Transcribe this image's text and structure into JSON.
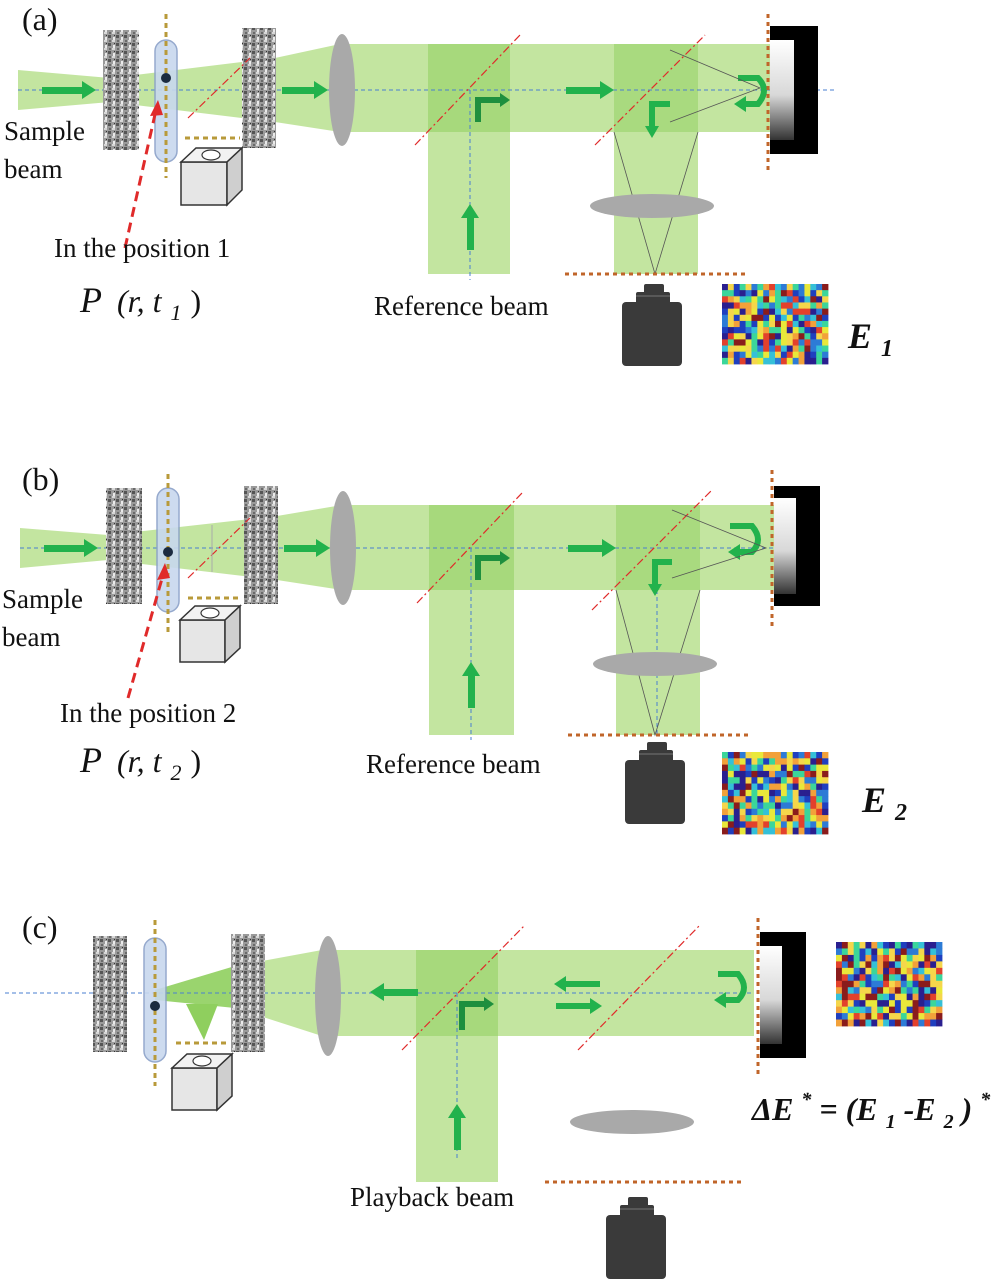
{
  "colors": {
    "beam": "#b9e08f",
    "beam_dark": "#8fcf5e",
    "arrow": "#22b24c",
    "arrow_dark": "#1e8f3e",
    "dashed_orange": "#c0652a",
    "dashed_gold": "#b89a3a",
    "red_dash": "#e02a2a",
    "axis_blue": "#4a7fd0",
    "lens": "#a9a9a9",
    "camera": "#3a3a3a"
  },
  "icons": {
    "diffuser": "speckle-diffuser-icon",
    "cuvette": "sample-cuvette-icon",
    "camera": "camera-icon",
    "mirror": "phase-conjugate-mirror-icon",
    "hologram": "speckle-hologram-icon"
  },
  "panels": [
    {
      "id": "a",
      "panel_label": "(a)",
      "sample_label_line1": "Sample",
      "sample_label_line2": "beam",
      "position_label": "In the position 1",
      "p_label": "P",
      "p_args": "(r, t",
      "p_sub": "1",
      "p_close": ")",
      "beam_label": "Reference beam",
      "field_label": "E",
      "field_sub": "1"
    },
    {
      "id": "b",
      "panel_label": "(b)",
      "sample_label_line1": "Sample",
      "sample_label_line2": "beam",
      "position_label": "In the position 2",
      "p_label": "P",
      "p_args": "(r, t",
      "p_sub": "2",
      "p_close": ")",
      "beam_label": "Reference beam",
      "field_label": "E",
      "field_sub": "2"
    },
    {
      "id": "c",
      "panel_label": "(c)",
      "beam_label": "Playback beam",
      "eq_delta": "ΔE",
      "eq_star": "*",
      "eq_eq": "= (E",
      "eq_sub1": "1",
      "eq_minus": "-E",
      "eq_sub2": "2",
      "eq_close": ")",
      "eq_star2": "*"
    }
  ]
}
